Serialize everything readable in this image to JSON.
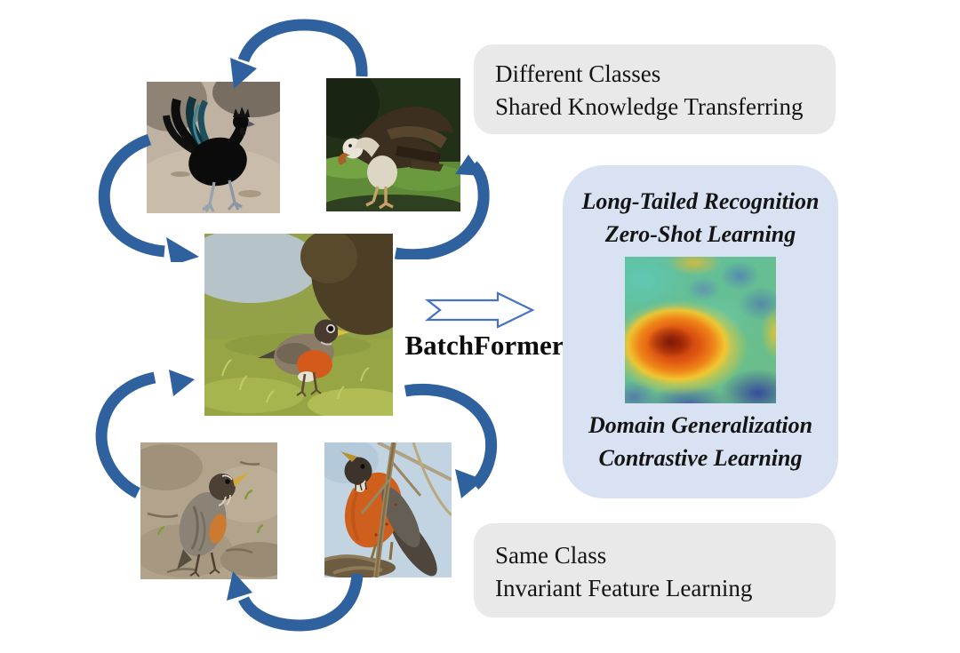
{
  "figure": {
    "center_label": "BatchFormer",
    "boxes": {
      "different_classes": {
        "line1": "Different Classes",
        "line2": "Shared Knowledge Transferring"
      },
      "applications": {
        "line1": "Long-Tailed Recognition",
        "line2": "Zero-Shot Learning",
        "line3": "Domain Generalization",
        "line4": "Contrastive Learning"
      },
      "same_class": {
        "line1": "Same Class",
        "line2": "Invariant Feature Learning"
      }
    },
    "images": {
      "rooster": "black rooster photo",
      "vulture": "vulture on grass photo",
      "center_robin": "american robin standing on grass photo",
      "ground_robin": "american robin on muddy ground photo",
      "branch_robin": "american robin on branch against sky photo",
      "heatmap": "attention heatmap over robin"
    },
    "colors": {
      "arrow_blue": "#30619f",
      "outline_arrow_blue": "#4472c4",
      "box_gray": "#e9e9e9",
      "box_blue": "#d9e2f3"
    }
  }
}
